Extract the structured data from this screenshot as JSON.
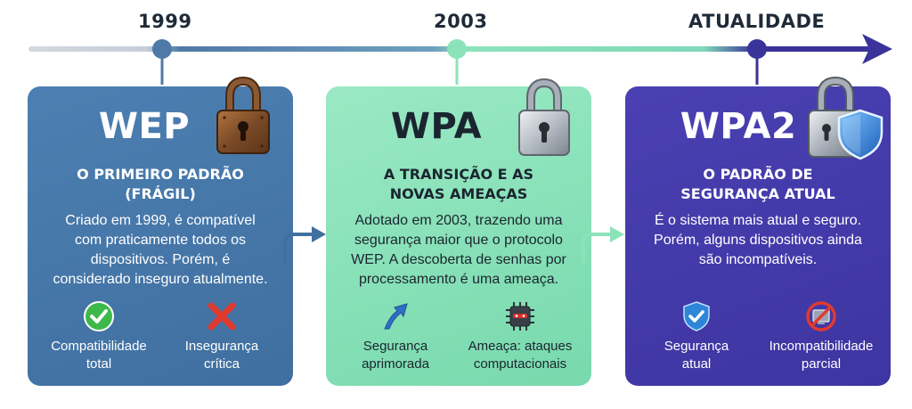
{
  "timeline": {
    "years": [
      "1999",
      "2003",
      "ATUALIDADE"
    ]
  },
  "cards": [
    {
      "title": "WEP",
      "subtitle_line1": "O PRIMEIRO PADRÃO",
      "subtitle_line2": "(FRÁGIL)",
      "desc_lines": [
        "Criado em 1999, é compatível",
        "com praticamente todos os",
        "dispositivos. Porém, é",
        "considerado inseguro atualmente."
      ],
      "lock_icon": "rusty-padlock-icon",
      "features": [
        {
          "icon": "check-circle-icon",
          "line1": "Compatibilidade",
          "line2": "total"
        },
        {
          "icon": "red-x-icon",
          "line1": "Insegurança",
          "line2": "crítica"
        }
      ]
    },
    {
      "title": "WPA",
      "subtitle_line1": "A TRANSIÇÃO E AS",
      "subtitle_line2": "NOVAS AMEAÇAS",
      "desc_lines": [
        "Adotado em 2003, trazendo uma",
        "segurança maior que o protocolo",
        "WEP. A descoberta de senhas por",
        "processamento é uma ameaça."
      ],
      "lock_icon": "silver-padlock-icon",
      "features": [
        {
          "icon": "up-arrow-icon",
          "line1": "Segurança",
          "line2": "aprimorada"
        },
        {
          "icon": "cpu-threat-icon",
          "line1": "Ameaça: ataques",
          "line2": "computacionais"
        }
      ]
    },
    {
      "title": "WPA2",
      "subtitle_line1": "O PADRÃO DE",
      "subtitle_line2": "SEGURANÇA ATUAL",
      "desc_lines": [
        "É o sistema mais atual e seguro.",
        "Porém, alguns dispositivos ainda",
        "são incompatíveis."
      ],
      "lock_icon": "padlock-shield-icon",
      "features": [
        {
          "icon": "shield-check-icon",
          "line1": "Segurança",
          "line2": "atual"
        },
        {
          "icon": "no-device-icon",
          "line1": "Incompatibilidade",
          "line2": "parcial"
        }
      ]
    }
  ],
  "colors": {
    "wep": "#4677a8",
    "wpa": "#8be3ba",
    "wpa2": "#423aa9",
    "timeline_start": "#d3d8de",
    "timeline_mid": "#4f79a6",
    "timeline_end": "#3a3399"
  }
}
